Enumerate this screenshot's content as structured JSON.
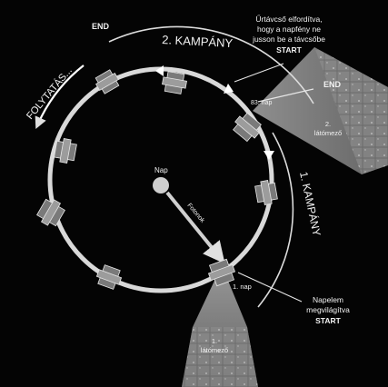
{
  "labels": {
    "top_end": "END",
    "campaign2": "2. KAMPÁNY",
    "campaign1": "1. KAMPÁNY",
    "continue": "FOLYTATÁS...",
    "sun": "Nap",
    "photons": "Fotonok",
    "rotation_note_line1": "Űrtávcső elfordítva,",
    "rotation_note_line2": "hogy a napfény ne",
    "rotation_note_line3": "jusson be a távcsőbe",
    "rotation_start": "START",
    "right_end": "END",
    "day83": "83. nap",
    "field2_line1": "2.",
    "field2_line2": "látómező",
    "day1": "1. nap",
    "panel_line1": "Napelem",
    "panel_line2": "megvilágítva",
    "panel_start": "START",
    "field1_line1": "1.",
    "field1_line2": "látómező"
  },
  "colors": {
    "background": "#040404",
    "orbit": "#d9d9d9",
    "sun": "#cfcfcf",
    "text": "#f2f2f2",
    "beam": "#bdbdbd"
  },
  "icons": [
    "spacecraft-icon",
    "sun-icon",
    "photon-arrow-icon",
    "circular-arrow-icon"
  ]
}
